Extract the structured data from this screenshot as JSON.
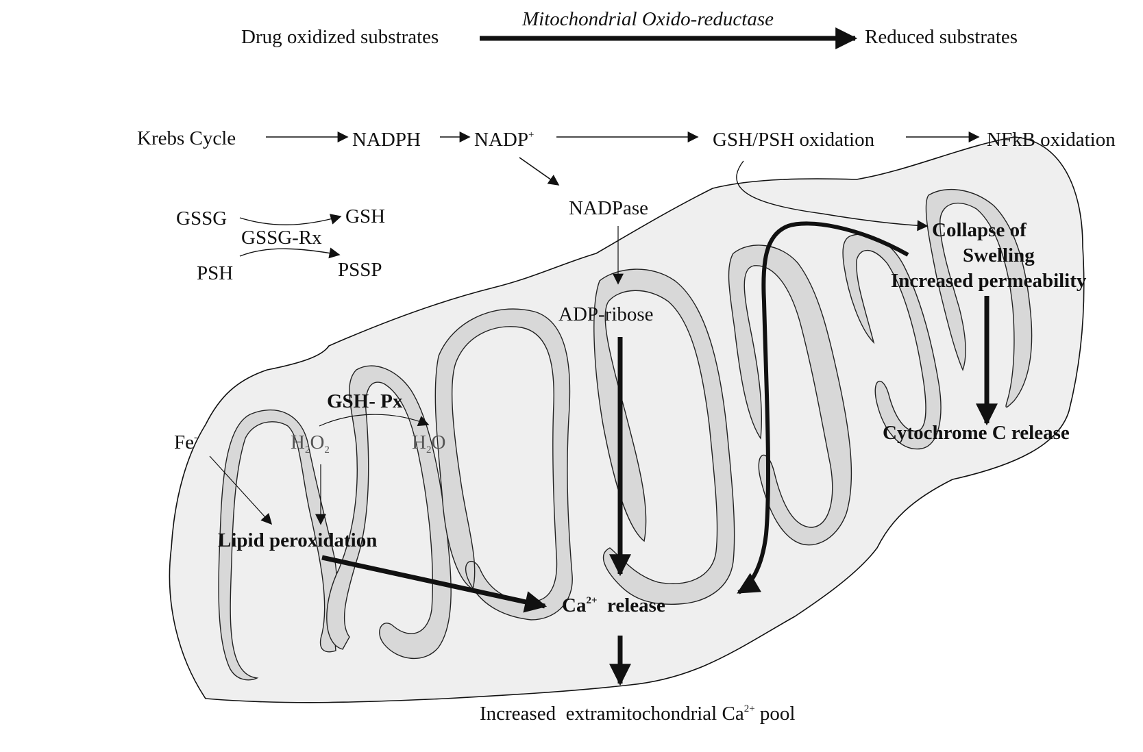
{
  "header": {
    "drug_substrates": "Drug oxidized substrates",
    "enzyme": "Mitochondrial Oxido-reductase",
    "reduced_substrates": "Reduced substrates"
  },
  "pathway": {
    "krebs_cycle": "Krebs  Cycle",
    "nadph": "NADPH",
    "nadp": "NADP",
    "nadp_charge": "+",
    "gsh_psh_oxidation": "GSH/PSH oxidation",
    "nfkb_oxidation": "NFkB oxidation",
    "nadpase": "NADPase",
    "adp_ribose": "ADP-ribose"
  },
  "glutathione": {
    "gssg": "GSSG",
    "gsh": "GSH",
    "gssg_rx": "GSSG-Rx",
    "psh": "PSH",
    "pssp": "PSSP"
  },
  "peroxidation": {
    "gsh_px": "GSH- Px",
    "fe": "Fe",
    "fe_charge": "-",
    "h2o2_h": "H",
    "h2o2_2a": "2",
    "h2o2_o": "O",
    "h2o2_2b": "2",
    "h2o_h": "H",
    "h2o_2": "2",
    "h2o_o": "O",
    "lipid_peroxidation": "Lipid  peroxidation"
  },
  "outcomes": {
    "ca": "Ca",
    "ca_charge": "2+",
    "ca_release": "  release",
    "collapse_of": "Collapse of",
    "swelling": "Swelling",
    "increased_permeability": "Increased permeability",
    "cytochrome_release": "Cytochrome  C  release",
    "pool_prefix": "Increased  extramitochondrial Ca",
    "pool_charge": "2+",
    "pool_suffix": " pool"
  },
  "colors": {
    "mitochondrion_fill": "#efefef",
    "crista_fill": "#d8d8d8",
    "ink": "#111111"
  }
}
